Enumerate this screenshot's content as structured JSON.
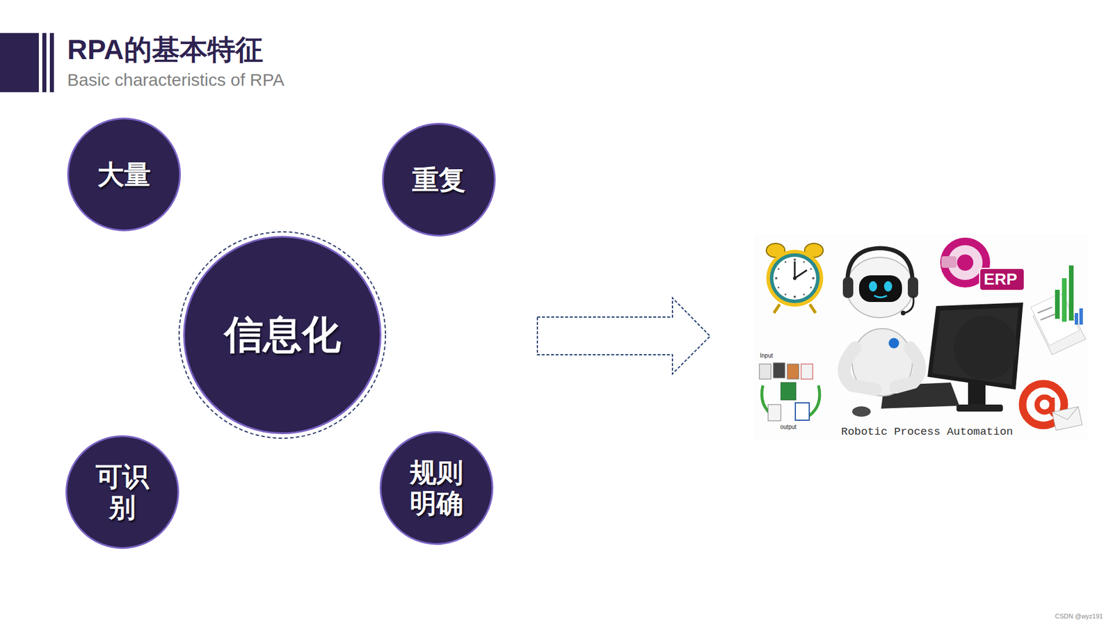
{
  "diagram": {
    "title": "RPA的基本特征",
    "nodes": [
      {
        "text": [
          "大量"
        ]
      },
      {
        "text": [
          "重复"
        ]
      },
      {
        "text": [
          "信息化"
        ]
      },
      {
        "text": [
          "可识 别"
        ]
      },
      {
        "text": [
          "规则 明确"
        ]
      }
    ],
    "labels": [
      "Basic characteristics of RPA",
      "ERP",
      "Input",
      "output",
      "Robotic Process Automation",
      "CSDN @wyz191"
    ]
  }
}
